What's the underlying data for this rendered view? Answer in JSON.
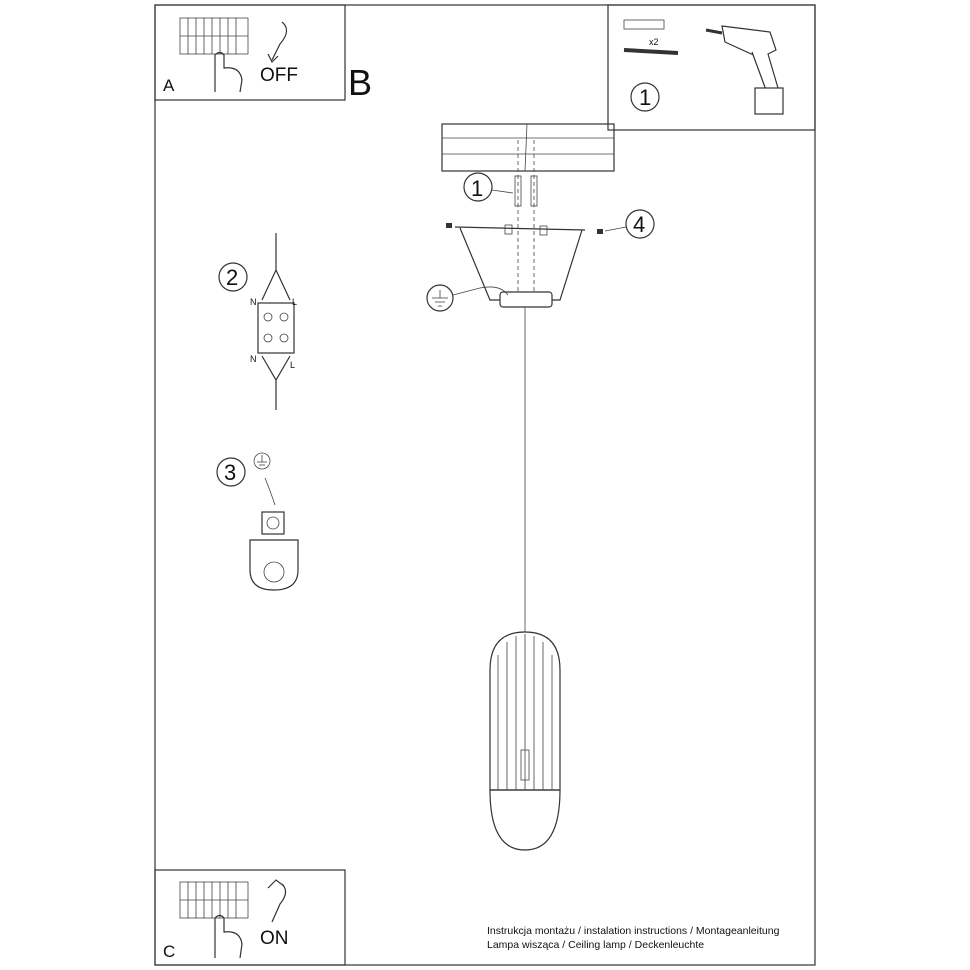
{
  "panels": {
    "a": {
      "letter": "A",
      "state": "OFF"
    },
    "b": {
      "letter": "B"
    },
    "c": {
      "letter": "C",
      "state": "ON"
    }
  },
  "tools": {
    "quantity": "x2",
    "step": "1"
  },
  "steps": {
    "one": "1",
    "two": "2",
    "three": "3",
    "four": "4"
  },
  "terminal": {
    "n_top": "N",
    "l_top": "L",
    "n_bottom": "N",
    "l_bottom": "L"
  },
  "footer": {
    "line1": "Instrukcja montażu / instalation instructions / Montageanleitung",
    "line2": "Lampa wisząca / Ceiling lamp / Deckenleuchte"
  },
  "icons": [
    "switchboard-icon",
    "hand-icon",
    "arrow-icon",
    "wall-plug-icon",
    "screw-icon",
    "drill-icon",
    "ground-icon",
    "lamp-icon"
  ]
}
